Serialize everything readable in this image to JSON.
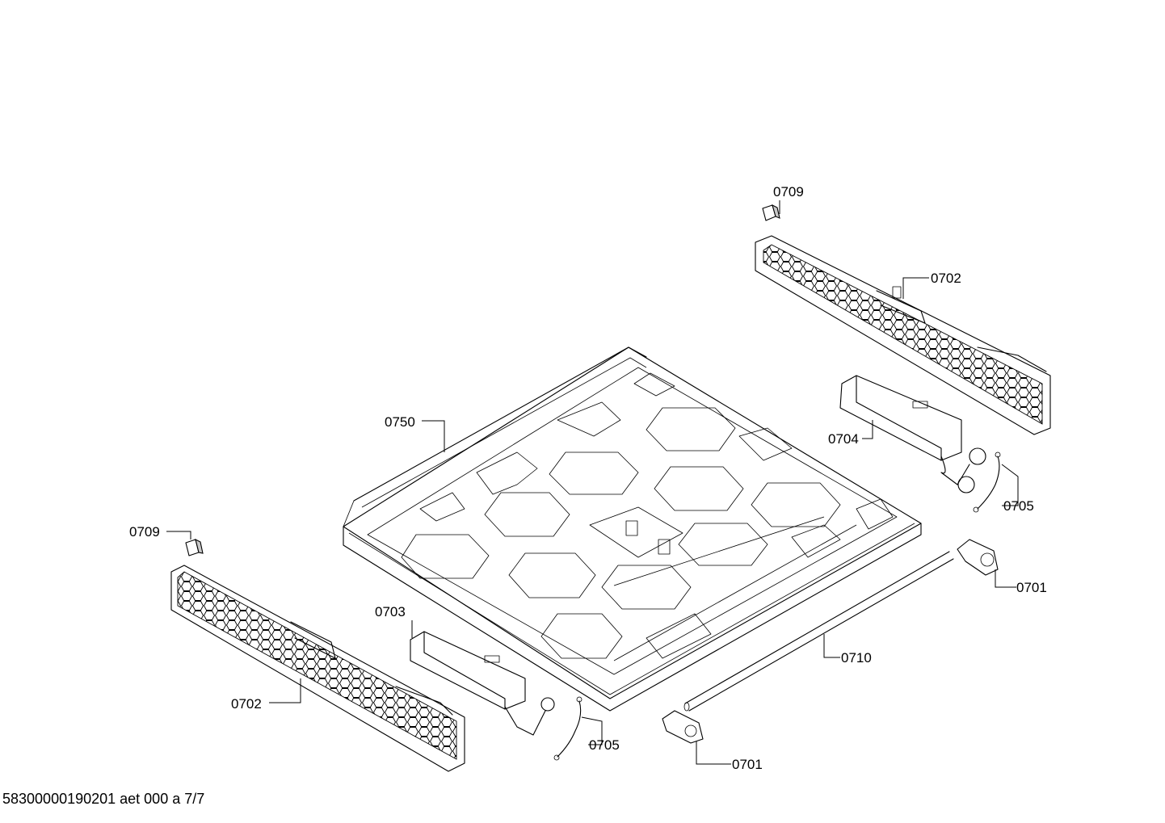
{
  "footer": {
    "doc_id": "58300000190201 aet 000 a 7/7"
  },
  "callouts": {
    "c0709_top": "0709",
    "c0702_top": "0702",
    "c0704": "0704",
    "c0705_right": "0705",
    "c0750": "0750",
    "c0709_left": "0709",
    "c0701_right": "0701",
    "c0703": "0703",
    "c0710": "0710",
    "c0702_bottom": "0702",
    "c0705_bottom": "0705",
    "c0701_bottom": "0701"
  }
}
